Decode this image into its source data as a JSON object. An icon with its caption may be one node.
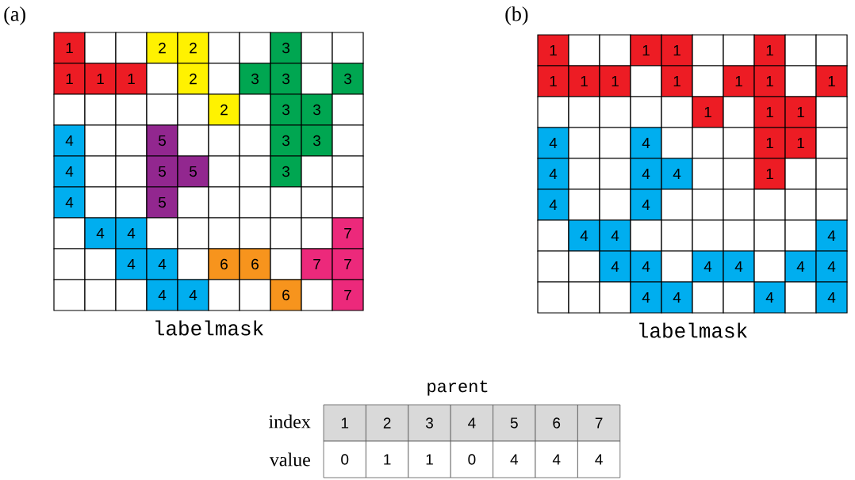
{
  "diagram": {
    "labels": [
      "(a)",
      "1",
      "2",
      "2",
      "3",
      "1",
      "1",
      "1",
      "2",
      "3",
      "3",
      "3",
      "2",
      "3",
      "3",
      "4",
      "5",
      "3",
      "3",
      "4",
      "5",
      "5",
      "3",
      "4",
      "5",
      "4",
      "4",
      "7",
      "4",
      "4",
      "6",
      "6",
      "7",
      "7",
      "4",
      "4",
      "6",
      "7",
      "labelmask",
      "(b)",
      "1",
      "1",
      "1",
      "1",
      "1",
      "1",
      "1",
      "1",
      "1",
      "1",
      "1",
      "1",
      "1",
      "1",
      "4",
      "4",
      "1",
      "1",
      "4",
      "4",
      "4",
      "1",
      "4",
      "4",
      "4",
      "4",
      "4",
      "4",
      "4",
      "4",
      "4",
      "4",
      "4",
      "4",
      "4",
      "4",
      "4",
      "labelmask",
      "parent",
      "index",
      "1",
      "2",
      "3",
      "4",
      "5",
      "6",
      "7",
      "value",
      "0",
      "1",
      "1",
      "0",
      "4",
      "4",
      "4"
    ]
  }
}
